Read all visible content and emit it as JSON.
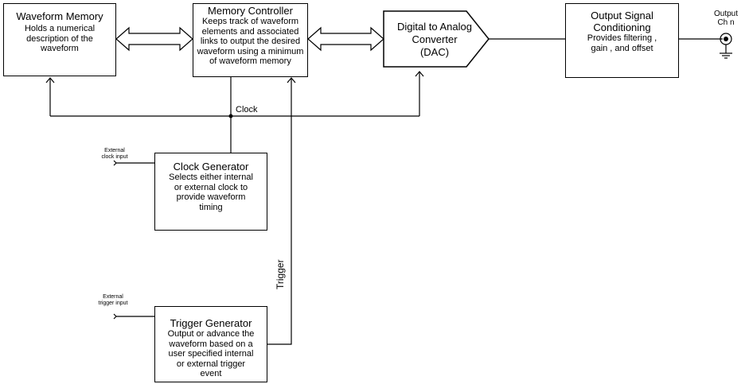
{
  "blocks": {
    "waveform_memory": {
      "title": "Waveform Memory",
      "desc": "Holds a numerical description of the waveform"
    },
    "memory_controller": {
      "title": "Memory Controller",
      "desc": "Keeps track of waveform elements and associated links to output the desired waveform using a minimum of waveform memory"
    },
    "dac": {
      "title": "Digital to Analog Converter",
      "abbr": "(DAC)"
    },
    "output_conditioning": {
      "title": "Output Signal Conditioning",
      "desc": "Provides filtering , gain , and offset"
    },
    "clock_generator": {
      "title": "Clock Generator",
      "desc": "Selects either internal or external clock to provide waveform timing"
    },
    "trigger_generator": {
      "title": "Trigger Generator",
      "desc": "Output or advance the waveform based on a user specified internal or external trigger event"
    }
  },
  "labels": {
    "clock": "Clock",
    "trigger": "Trigger",
    "output_line1": "Output",
    "output_line2": "Ch n",
    "ext_clock_line1": "External",
    "ext_clock_line2": "clock input",
    "ext_trigger_line1": "External",
    "ext_trigger_line2": "trigger input"
  }
}
